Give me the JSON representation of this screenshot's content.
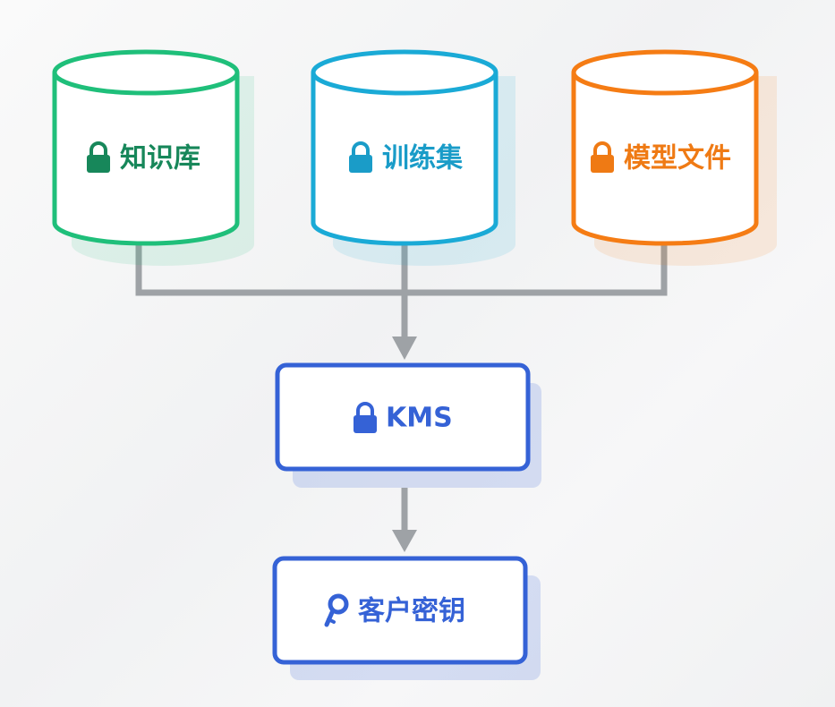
{
  "databases": [
    {
      "id": "knowledge",
      "label": "知识库",
      "color": "#1fbf7a",
      "text_color": "#17875a",
      "icon": "lock-icon"
    },
    {
      "id": "training",
      "label": "训练集",
      "color": "#1aaad6",
      "text_color": "#1a9cc8",
      "icon": "lock-icon"
    },
    {
      "id": "model",
      "label": "模型文件",
      "color": "#f57c14",
      "text_color": "#ef7a14",
      "icon": "lock-icon"
    }
  ],
  "kms": {
    "label": "KMS",
    "color": "#3562d6",
    "icon": "lock-icon"
  },
  "customer_key": {
    "label": "客户密钥",
    "color": "#3562d6",
    "icon": "key-icon"
  },
  "connector_color": "#9ea2a6"
}
